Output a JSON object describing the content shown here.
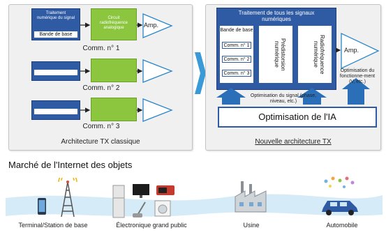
{
  "classic": {
    "chain1_block": "Traitement numérique du signal",
    "chain1_inner": "Bande de base",
    "chain1_green": "Circuit radiofréquence analogique",
    "amp": "Amp.",
    "comm1": "Comm. n° 1",
    "comm2": "Comm. n° 2",
    "comm3": "Comm. n° 3",
    "caption": "Architecture TX classique"
  },
  "new": {
    "header": "Traitement de tous les signaux numériques",
    "baseband": "Bande de base",
    "comm1": "Comm. n° 1",
    "comm2": "Comm. n° 2",
    "comm3": "Comm. n° 3",
    "predistortion": "Prédistorsion numérique",
    "rf": "Radiofréquence numérique",
    "amp": "Amp.",
    "amp_opt": "Optimisation du fonctionne-ment (V, etc.)",
    "signal_opt": "Optimisation du signal (phase, niveau, etc.)",
    "ai": "Optimisation de l'IA",
    "caption": "Nouvelle architecture TX"
  },
  "market": {
    "title": "Marché de l'Internet des objets",
    "items": [
      {
        "label": "Terminal/Station de base",
        "icon": "tower-icon"
      },
      {
        "label": "Électronique grand public",
        "icon": "appliances-icon"
      },
      {
        "label": "Usine",
        "icon": "factory-icon"
      },
      {
        "label": "Automobile",
        "icon": "car-icon"
      }
    ]
  },
  "colors": {
    "blue": "#2f5aa4",
    "green": "#8cc63f",
    "arrow": "#2a86c8",
    "wave": "#cfe6f6"
  }
}
